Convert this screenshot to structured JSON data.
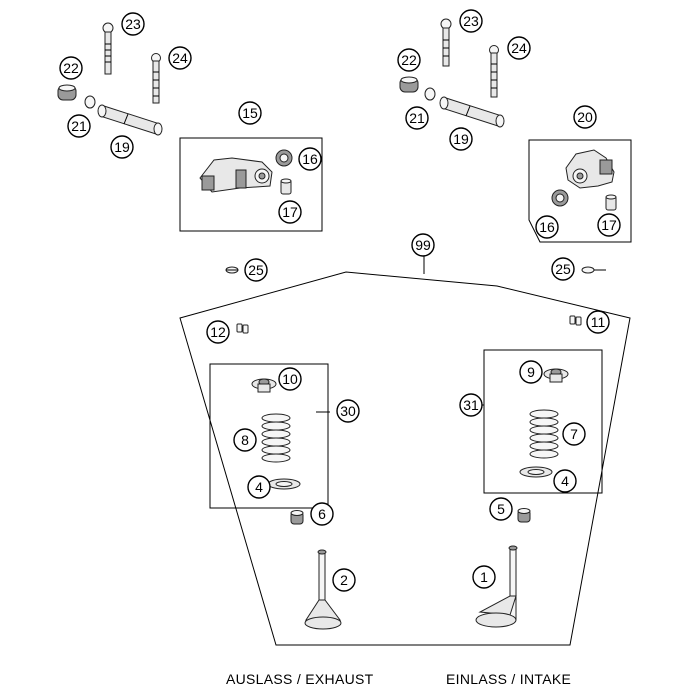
{
  "captions": {
    "exhaust": "AUSLASS / EXHAUST",
    "intake": "EINLASS / INTAKE"
  },
  "callouts": {
    "c23_l": "23",
    "c24_l": "24",
    "c22_l": "22",
    "c21_l": "21",
    "c19_l": "19",
    "c15": "15",
    "c16_l": "16",
    "c17_l": "17",
    "c23_r": "23",
    "c24_r": "24",
    "c22_r": "22",
    "c21_r": "21",
    "c19_r": "19",
    "c20": "20",
    "c16_r": "16",
    "c17_r": "17",
    "c99": "99",
    "c25_l": "25",
    "c25_r": "25",
    "c12": "12",
    "c11": "11",
    "c10": "10",
    "c30": "30",
    "c8": "8",
    "c4_l": "4",
    "c6": "6",
    "c2": "2",
    "c9": "9",
    "c31": "31",
    "c7": "7",
    "c4_r": "4",
    "c5": "5",
    "c1": "1"
  }
}
